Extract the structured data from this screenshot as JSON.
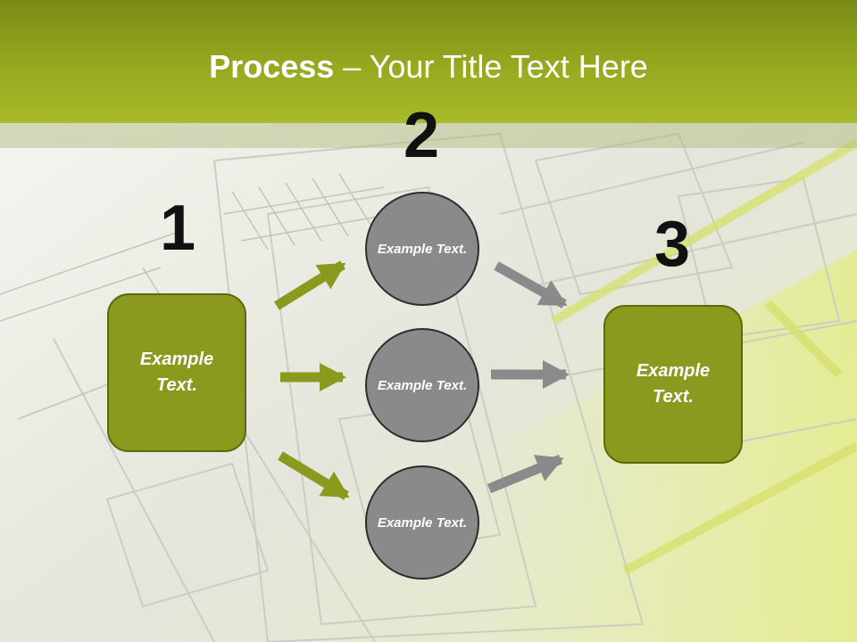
{
  "slide": {
    "title_bold": "Process",
    "title_rest": " – Your Title Text Here"
  },
  "steps": [
    {
      "number": "1",
      "box_text": "Example Text."
    },
    {
      "number": "2",
      "circles": [
        "Example Text.",
        "Example Text.",
        "Example Text."
      ]
    },
    {
      "number": "3",
      "box_text": "Example Text."
    }
  ],
  "colors": {
    "header": "#97a91f",
    "box_fill": "#8b9a1e",
    "circle_fill": "#8a8a8a",
    "arrow_green": "#8b9a1e",
    "arrow_gray": "#8a8a8a"
  }
}
